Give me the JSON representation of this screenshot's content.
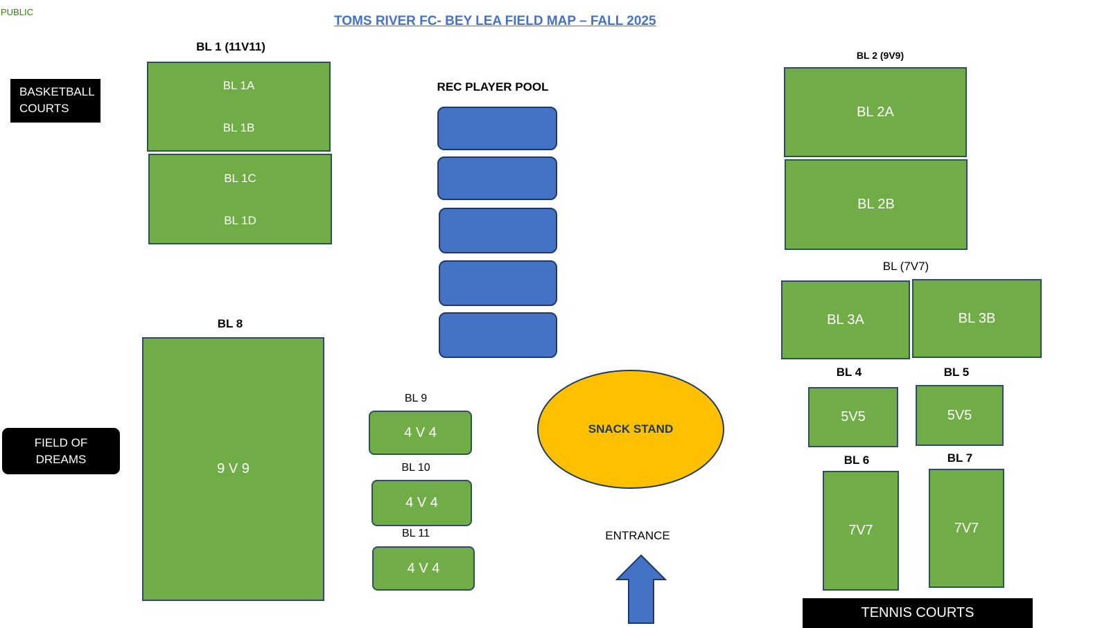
{
  "classification": "PUBLIC",
  "title": "TOMS RIVER FC- BEY LEA FIELD MAP – FALL 2025",
  "landmarks": {
    "basketball": "BASKETBALL COURTS",
    "field_of_dreams": "FIELD OF DREAMS",
    "tennis": "TENNIS COURTS",
    "snack_stand": "SNACK STAND",
    "entrance": "ENTRANCE",
    "rec_pool": "REC PLAYER POOL"
  },
  "bl1": {
    "heading": "BL 1 (11V11)",
    "a": "BL 1A",
    "b": "BL 1B",
    "c": "BL 1C",
    "d": "BL 1D"
  },
  "bl2": {
    "heading": "BL 2 (9V9)",
    "a": "BL 2A",
    "b": "BL 2B"
  },
  "bl3": {
    "heading": "BL (7V7)",
    "a": "BL 3A",
    "b": "BL 3B"
  },
  "bl4": {
    "heading": "BL 4",
    "format": "5V5"
  },
  "bl5": {
    "heading": "BL 5",
    "format": "5V5"
  },
  "bl6": {
    "heading": "BL 6",
    "format": "7V7"
  },
  "bl7": {
    "heading": "BL 7",
    "format": "7V7"
  },
  "bl8": {
    "heading": "BL 8",
    "format": "9 V 9"
  },
  "bl9": {
    "heading": "BL 9",
    "format": "4 V 4"
  },
  "bl10": {
    "heading": "BL 10",
    "format": "4 V 4"
  },
  "bl11": {
    "heading": "BL 11",
    "format": "4 V 4"
  },
  "colors": {
    "field": "#70ad47",
    "pool": "#4472c4",
    "snack": "#ffc000",
    "title": "#4472c4"
  }
}
